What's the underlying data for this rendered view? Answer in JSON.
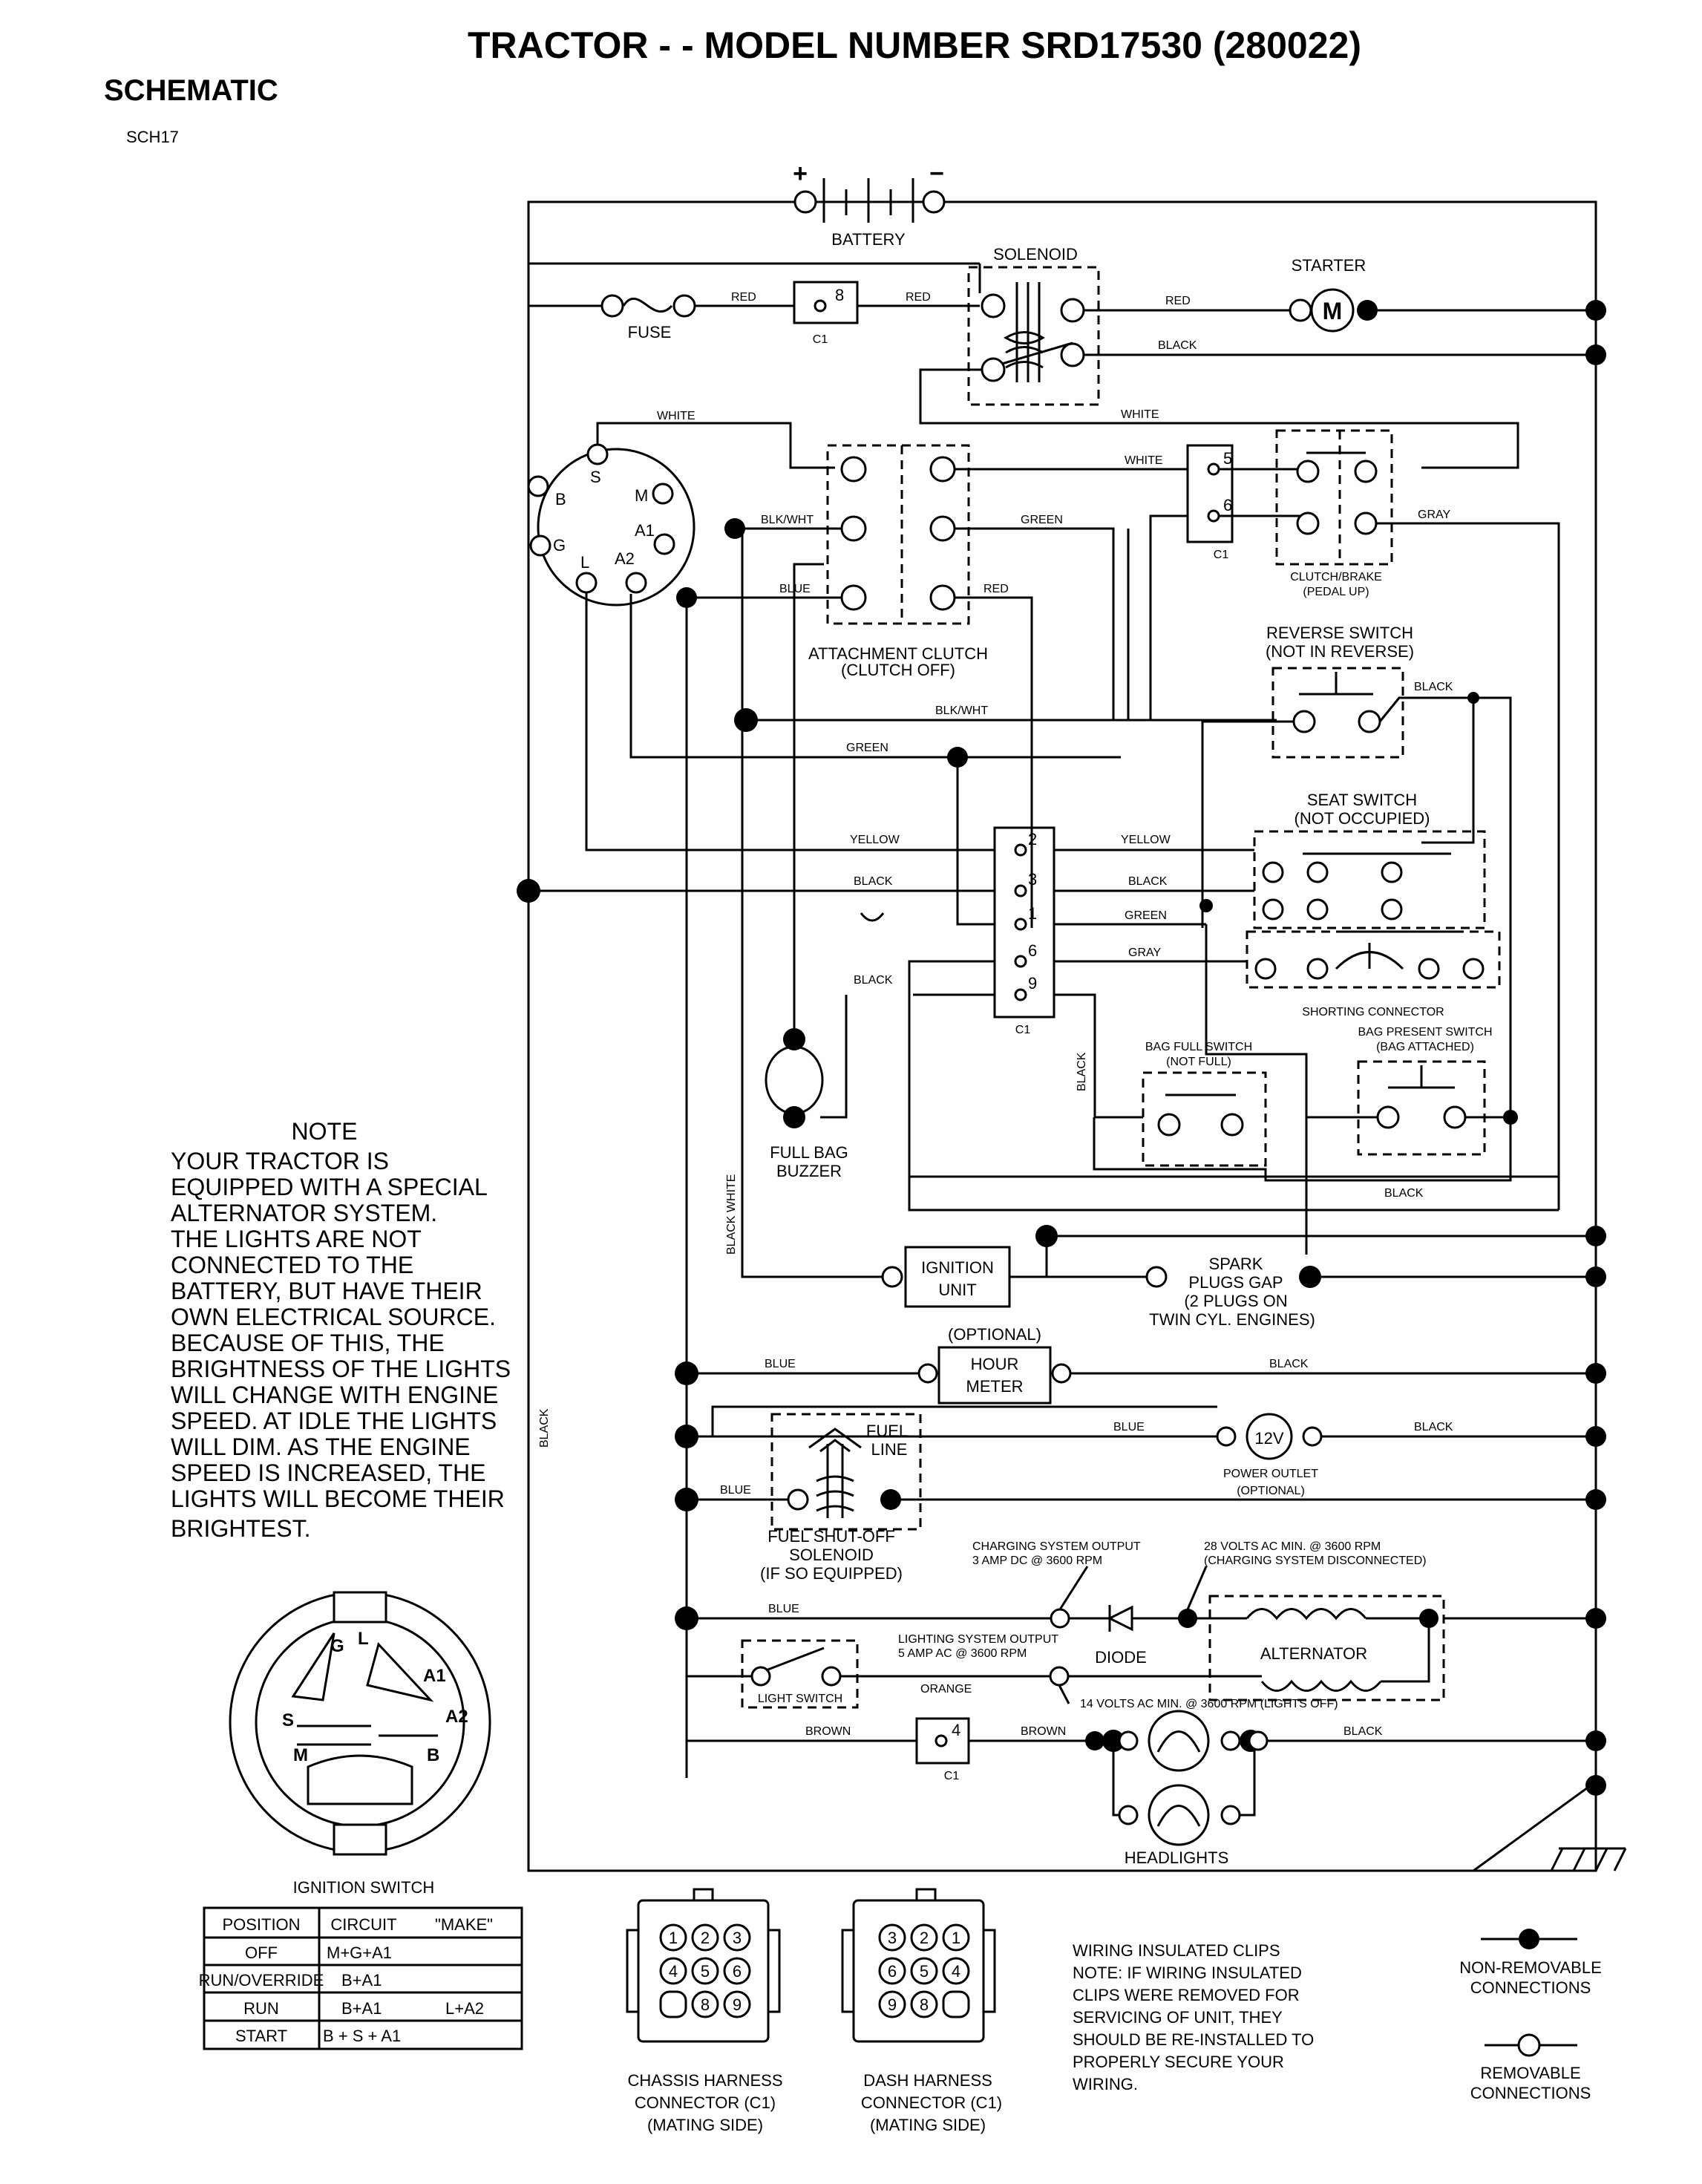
{
  "header": {
    "title": "TRACTOR - - MODEL NUMBER SRD17530 (280022)",
    "subtitle": "SCHEMATIC",
    "code": "SCH17"
  },
  "components": {
    "battery": "BATTERY",
    "battery_plus": "+",
    "battery_minus": "−",
    "solenoid": "SOLENOID",
    "starter": "STARTER",
    "starter_symbol": "M",
    "fuse": "FUSE",
    "attachment_clutch": [
      "ATTACHMENT CLUTCH",
      "(CLUTCH OFF)"
    ],
    "clutch_brake": [
      "CLUTCH/BRAKE",
      "(PEDAL UP)"
    ],
    "reverse_switch": [
      "REVERSE SWITCH",
      "(NOT IN REVERSE)"
    ],
    "seat_switch": [
      "SEAT SWITCH",
      "(NOT OCCUPIED)"
    ],
    "shorting_connector": "SHORTING CONNECTOR",
    "bag_full_switch": [
      "BAG FULL SWITCH",
      "(NOT FULL)"
    ],
    "bag_present_switch": [
      "BAG PRESENT SWITCH",
      "(BAG ATTACHED)"
    ],
    "full_bag_buzzer": [
      "FULL BAG",
      "BUZZER"
    ],
    "ignition_unit": [
      "IGNITION",
      "UNIT"
    ],
    "spark_plugs": [
      "SPARK",
      "PLUGS GAP",
      "(2 PLUGS ON",
      "TWIN CYL. ENGINES)"
    ],
    "hour_meter_optional": "(OPTIONAL)",
    "hour_meter": [
      "HOUR",
      "METER"
    ],
    "fuel_line": [
      "FUEL",
      "LINE"
    ],
    "fuel_solenoid": [
      "FUEL SHUT-OFF",
      "SOLENOID",
      "(IF SO EQUIPPED)"
    ],
    "power_outlet_symbol": "12V",
    "power_outlet": [
      "POWER OUTLET",
      "(OPTIONAL)"
    ],
    "charging_output": [
      "CHARGING SYSTEM OUTPUT",
      "3 AMP DC @ 3600 RPM"
    ],
    "charging_disconnected": [
      "28 VOLTS AC MIN. @ 3600 RPM",
      "(CHARGING SYSTEM DISCONNECTED)"
    ],
    "lighting_output": [
      "LIGHTING SYSTEM OUTPUT",
      "5 AMP AC @ 3600 RPM"
    ],
    "diode": "DIODE",
    "alternator": "ALTERNATOR",
    "lights_off": "14 VOLTS AC MIN. @ 3600 RPM (LIGHTS OFF)",
    "light_switch": "LIGHT SWITCH",
    "headlights": "HEADLIGHTS"
  },
  "connector_c1": {
    "label": "C1",
    "pins": [
      "8",
      "5",
      "6",
      "2",
      "3",
      "1",
      "6",
      "9",
      "4"
    ]
  },
  "ignition_terminals": [
    "B",
    "S",
    "M",
    "G",
    "A1",
    "L",
    "A2"
  ],
  "wire_colors": {
    "red": "RED",
    "black": "BLACK",
    "white": "WHITE",
    "green": "GREEN",
    "blkwht": "BLK/WHT",
    "blue": "BLUE",
    "gray": "GRAY",
    "yellow": "YELLOW",
    "orange": "ORANGE",
    "brown": "BROWN",
    "black_white": "BLACK WHITE"
  },
  "note": {
    "heading": "NOTE",
    "lines": [
      "YOUR TRACTOR IS",
      "EQUIPPED WITH A SPECIAL",
      "ALTERNATOR SYSTEM.",
      "THE LIGHTS ARE NOT",
      "CONNECTED TO THE",
      "BATTERY, BUT HAVE THEIR",
      "OWN ELECTRICAL SOURCE.",
      "BECAUSE OF THIS, THE",
      "BRIGHTNESS OF THE LIGHTS",
      "WILL CHANGE WITH ENGINE",
      "SPEED.  AT IDLE THE LIGHTS",
      "WILL DIM.  AS THE ENGINE",
      "SPEED IS INCREASED,  THE",
      "LIGHTS WILL BECOME THEIR",
      "BRIGHTEST."
    ]
  },
  "ignition_switch": {
    "title": "IGNITION SWITCH",
    "face_labels": [
      "G",
      "L",
      "A1",
      "A2",
      "S",
      "M",
      "B"
    ],
    "headers": [
      "POSITION",
      "CIRCUIT",
      "\"MAKE\""
    ],
    "rows": [
      [
        "OFF",
        "M+G+A1",
        ""
      ],
      [
        "RUN/OVERRIDE",
        "B+A1",
        ""
      ],
      [
        "RUN",
        "B+A1",
        "L+A2"
      ],
      [
        "START",
        "B + S + A1",
        ""
      ]
    ]
  },
  "chassis_connector": {
    "pins": [
      "1",
      "2",
      "3",
      "4",
      "5",
      "6",
      "",
      "8",
      "9"
    ],
    "label": [
      "CHASSIS HARNESS",
      "CONNECTOR (C1)",
      "(MATING SIDE)"
    ]
  },
  "dash_connector": {
    "pins": [
      "3",
      "2",
      "1",
      "6",
      "5",
      "4",
      "9",
      "8",
      ""
    ],
    "label": [
      "DASH HARNESS",
      "CONNECTOR (C1)",
      "(MATING SIDE)"
    ]
  },
  "clips_note": [
    "WIRING INSULATED CLIPS",
    "NOTE: IF WIRING INSULATED",
    "CLIPS WERE REMOVED FOR",
    "SERVICING OF UNIT, THEY",
    "SHOULD BE RE-INSTALLED TO",
    "PROPERLY SECURE YOUR",
    "WIRING."
  ],
  "legend": {
    "non_removable": [
      "NON-REMOVABLE",
      "CONNECTIONS"
    ],
    "removable": [
      "REMOVABLE",
      "CONNECTIONS"
    ]
  }
}
